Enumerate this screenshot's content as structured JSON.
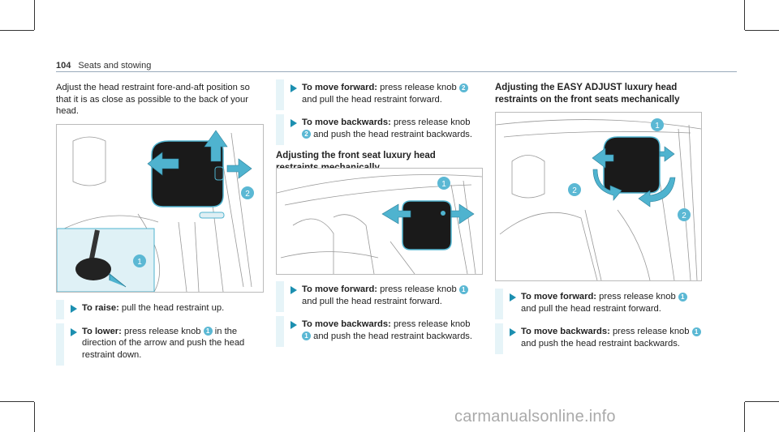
{
  "header": {
    "page": "104",
    "section": "Seats and stowing"
  },
  "left": {
    "intro": "Adjust the head restraint fore-and-aft position so that it is as close as possible to the back of your head.",
    "steps": [
      {
        "label": "To raise:",
        "text_before": "pull the head restraint up.",
        "knob": "",
        "text_after": ""
      },
      {
        "label": "To lower:",
        "text_before": "press release knob",
        "knob": "1",
        "text_after": "in the direction of the arrow and push the head restraint down."
      }
    ],
    "callouts": [
      "1",
      "2"
    ]
  },
  "middle": {
    "steps_top": [
      {
        "label": "To move forward:",
        "text_before": "press release knob",
        "knob": "2",
        "text_after": "and pull the head restraint forward."
      },
      {
        "label": "To move backwards:",
        "text_before": "press release knob",
        "knob": "2",
        "text_after": "and push the head restraint backwards."
      }
    ],
    "heading": "Adjusting the front seat luxury head restraints mechanically",
    "callouts": [
      "1"
    ],
    "steps_bottom": [
      {
        "label": "To move forward:",
        "text_before": "press release knob",
        "knob": "1",
        "text_after": "and pull the head restraint forward."
      },
      {
        "label": "To move backwards:",
        "text_before": "press release knob",
        "knob": "1",
        "text_after": "and push the head restraint backwards."
      }
    ]
  },
  "right": {
    "heading": "Adjusting the EASY ADJUST luxury head restraints on the front seats mechanically",
    "callouts": [
      "1",
      "2",
      "2"
    ],
    "steps": [
      {
        "label": "To move forward:",
        "text_before": "press release knob",
        "knob": "1",
        "text_after": "and pull the head restraint forward."
      },
      {
        "label": "To move backwards:",
        "text_before": "press release knob",
        "knob": "1",
        "text_after": "and push the head restraint backwards."
      }
    ]
  },
  "watermark": "carmanualsonline.info",
  "colors": {
    "accent": "#1c8fb0",
    "arrow": "#4fb3cf",
    "highlight_bg": "#e6f4f8"
  }
}
